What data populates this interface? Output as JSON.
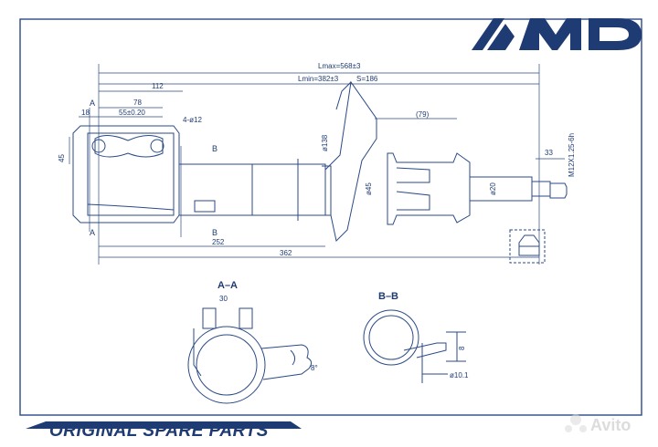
{
  "brand": {
    "logo_text": "AMD",
    "tagline": "ORIGINAL SPARE PARTS",
    "watermark": "Avito",
    "colors": {
      "primary": "#1f3b73",
      "line": "#2b4a86",
      "background": "#ffffff"
    }
  },
  "drawing": {
    "dimensions": {
      "lmax": "Lmax=568±3",
      "lmin": "Lmin=382±3",
      "stroke": "S=186",
      "d112": "112",
      "d78": "78",
      "d18": "18",
      "d55": "55±0.20",
      "hole": "4-ø12",
      "d79": "(79)",
      "d33": "33",
      "thread": "M12X1.25-6h",
      "d138": "ø138",
      "d45": "ø45",
      "d20": "ø20",
      "d252": "252",
      "d362": "362",
      "d45v": "45",
      "bb8": "8",
      "bb10": "ø10.1",
      "aa30": "30",
      "aa8": "8°"
    },
    "section_labels": {
      "a_top": "A",
      "a_bottom": "A",
      "b_top": "B",
      "b_bottom": "B",
      "aa_title": "A–A",
      "bb_title": "B–B"
    }
  }
}
